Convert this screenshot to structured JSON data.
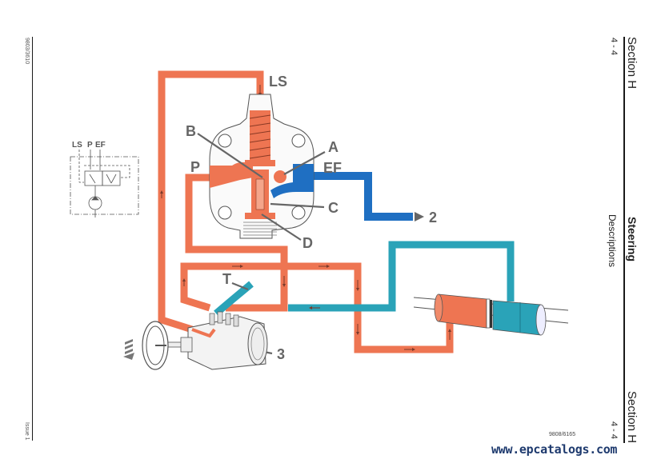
{
  "header": {
    "section_top": "Section H",
    "page_top": "4 - 4",
    "section_bottom": "Section H",
    "page_bottom": "4 - 4",
    "chapter_title": "Steering",
    "chapter_subtitle": "Descriptions"
  },
  "left_margin": {
    "doc_number": "9803/3610",
    "issue": "Issue 1"
  },
  "figure": {
    "reference": "9808/6165",
    "labels": {
      "ls": "LS",
      "b": "B",
      "a": "A",
      "p": "P",
      "ef": "EF",
      "c": "C",
      "d": "D",
      "two": "2",
      "t": "T",
      "three": "3"
    },
    "schematic_labels": {
      "ls": "LS",
      "p": "P",
      "ef": "EF"
    },
    "colors": {
      "pressure": "#ee7552",
      "excess_flow": "#1f6fc2",
      "return": "#2aa3b8",
      "outline": "#555555",
      "label": "#666666"
    }
  },
  "watermark": "www.epcatalogs.com"
}
